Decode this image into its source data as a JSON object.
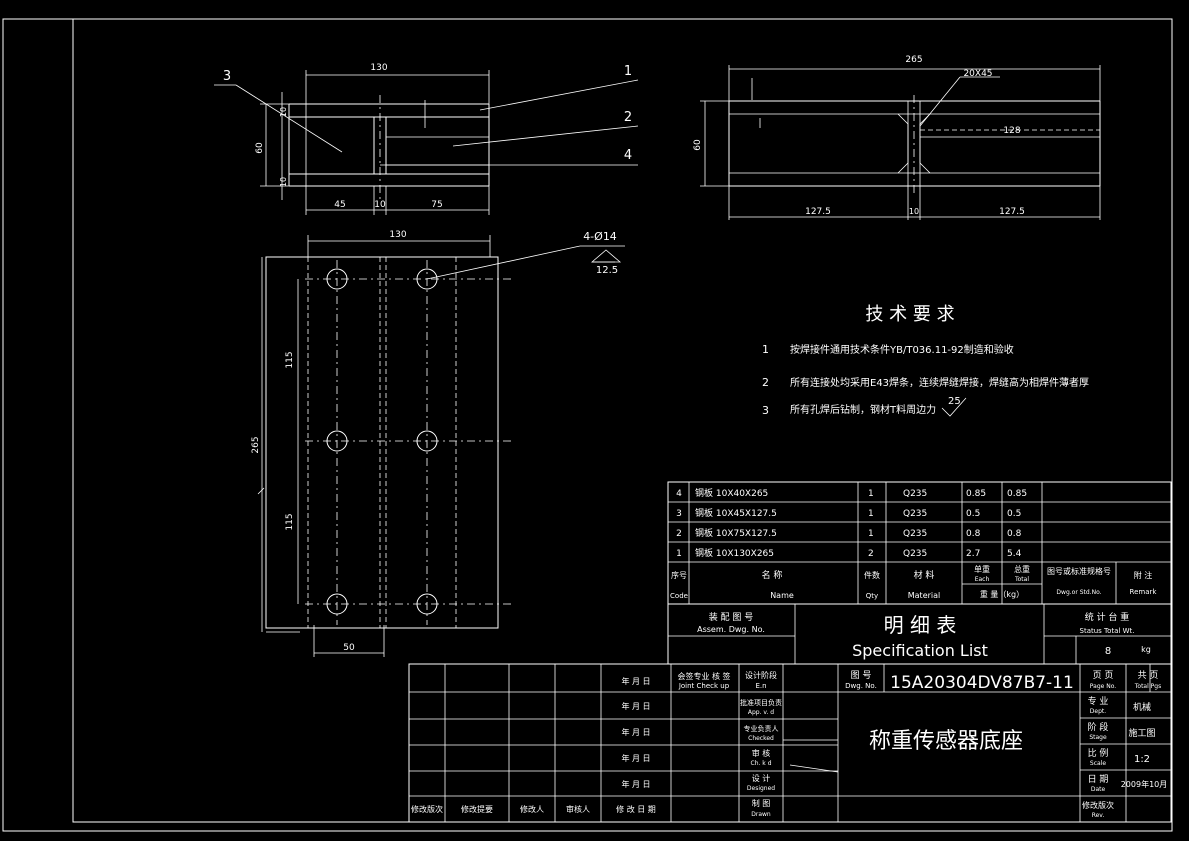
{
  "front_view": {
    "dim_width": "130",
    "dim_height": "60",
    "dim_top_plate": "10",
    "dim_bottom_plate": "10",
    "dim_left": "45",
    "dim_web": "10",
    "dim_right": "75",
    "leaders": [
      "1",
      "2",
      "4",
      "3"
    ]
  },
  "side_view": {
    "dim_length": "265",
    "dim_chamfer": "20X45",
    "dim_height": "60",
    "dim_rib": "128",
    "dim_left": "127.5",
    "dim_web": "10",
    "dim_right": "127.5"
  },
  "plan_view": {
    "dim_width": "130",
    "dim_length": "265",
    "dim_pitch_top": "115",
    "dim_pitch_bottom": "115",
    "dim_hole_spacing": "50",
    "hole_label": "4-Ø14",
    "roughness": "12.5"
  },
  "tech_req": {
    "title": "技 术 要 求",
    "items": [
      {
        "num": "1",
        "text": "按焊接件通用技术条件YB/T036.11-92制造和验收"
      },
      {
        "num": "2",
        "text": "所有连接处均采用E43焊条，连续焊缝焊接，焊缝高为相焊件薄者厚"
      },
      {
        "num": "3",
        "text": "所有孔焊后钻制，钢材T料周边力"
      }
    ],
    "roughness": "25"
  },
  "parts_list": {
    "rows": [
      {
        "seq": "4",
        "name": "钢板 10X40X265",
        "qty": "1",
        "material": "Q235",
        "unit": "0.85",
        "total": "0.85"
      },
      {
        "seq": "3",
        "name": "钢板 10X45X127.5",
        "qty": "1",
        "material": "Q235",
        "unit": "0.5",
        "total": "0.5"
      },
      {
        "seq": "2",
        "name": "钢板 10X75X127.5",
        "qty": "1",
        "material": "Q235",
        "unit": "0.8",
        "total": "0.8"
      },
      {
        "seq": "1",
        "name": "钢板 10X130X265",
        "qty": "2",
        "material": "Q235",
        "unit": "2.7",
        "total": "5.4"
      }
    ],
    "header": {
      "seq": "序号",
      "seq_en": "Code",
      "name": "名        称",
      "name_en": "Name",
      "qty": "件数",
      "qty_en": "Qty",
      "material": "材  料",
      "material_en": "Material",
      "unit": "单重",
      "unit_en": "Each",
      "total": "总重",
      "total_en": "Total",
      "weight": "重  量（kg）",
      "std": "图号或标准规格号",
      "std_en": "Dwg.or Std.No.",
      "remark": "附  注",
      "remark_en": "Remark"
    }
  },
  "title_block": {
    "assem_label": "装  配  图  号",
    "assem_en": "Assem. Dwg. No.",
    "spec_cn": "明  细  表",
    "spec_en": "Specification List",
    "stat_label": "统  计  台  重",
    "stat_en": "Status Total Wt.",
    "stat_value": "8",
    "stat_unit": "kg",
    "dwg_no_label": "图  号",
    "dwg_no_en": "Dwg. No.",
    "dwg_no": "15A20304DV87B7-11",
    "page_label": "页  页",
    "page_en": "Page No.",
    "total_pages": "共  页",
    "total_pages_en": "Total Pgs",
    "drawing_name": "称重传感器底座",
    "dept_label": "专  业",
    "dept_en": "Dept.",
    "dept_value": "机械",
    "stage_label": "阶  段",
    "stage_en": "Stage",
    "stage_value": "施工图",
    "scale_label": "比  例",
    "scale_en": "Scale",
    "scale_value": "1:2",
    "date_label": "日  期",
    "date_en": "Date",
    "date_value": "2009年10月",
    "rev_label": "修改版次",
    "rev_en": "Rev.",
    "sign_rows": [
      {
        "role": "会签专业  核  签",
        "role_en": "Joint Check up",
        "date": "年    月    日"
      },
      {
        "role": "批准项目负责",
        "role_en": "App. v. d",
        "date": "年    月    日"
      },
      {
        "role": "专业负责人",
        "role_en": "Checked",
        "date": "年    月    日"
      },
      {
        "role": "审    核",
        "role_en": "Ch. k d",
        "date": "年    月    日"
      },
      {
        "role": "设    计",
        "role_en": "Designed",
        "date": "年    月    日"
      },
      {
        "role": "制    图",
        "role_en": "Drawn",
        "date": ""
      }
    ],
    "design_stage": "设计阶段",
    "design_stage_en": "E.n",
    "bottom_labels": [
      "修改版次",
      "修改提要",
      "修改人",
      "审核人",
      "修  改  日  期"
    ]
  }
}
